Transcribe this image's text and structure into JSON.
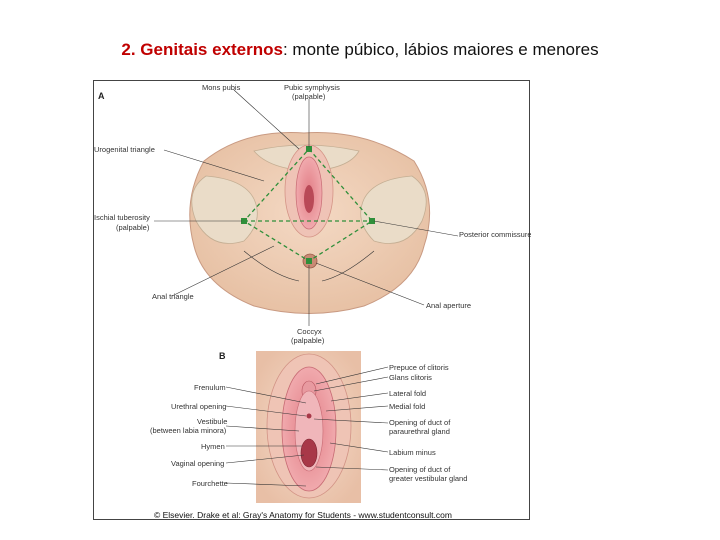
{
  "title": {
    "highlight": "2. Genitais externos",
    "rest": ": monte púbico, lábios maiores e menores"
  },
  "figure_a": {
    "letter": "A",
    "labels": {
      "mons_pubis": "Mons pubis",
      "pubic_symphysis": "Pubic symphysis",
      "pubic_symphysis_note": "(palpable)",
      "urogenital_triangle": "Urogenital triangle",
      "ischial_tuberosity": "Ischial tuberosity",
      "ischial_tuberosity_note": "(palpable)",
      "posterior_commissure": "Posterior commissure",
      "anal_triangle": "Anal triangle",
      "anal_aperture": "Anal aperture",
      "coccyx": "Coccyx",
      "coccyx_note": "(palpable)"
    }
  },
  "figure_b": {
    "letter": "B",
    "labels": {
      "frenulum": "Frenulum",
      "urethral_opening": "Urethral opening",
      "vestibule": "Vestibule",
      "vestibule_note": "(between labia minora)",
      "hymen": "Hymen",
      "vaginal_opening": "Vaginal opening",
      "fourchette": "Fourchette",
      "prepuce": "Prepuce of clitoris",
      "glans": "Glans clitoris",
      "lateral_fold": "Lateral fold",
      "medial_fold": "Medial fold",
      "paraurethral_1": "Opening of duct of",
      "paraurethral_2": "paraurethral gland",
      "labium_minus": "Labium minus",
      "greater_vestibular_1": "Opening of duct of",
      "greater_vestibular_2": "greater vestibular gland"
    }
  },
  "credit": "© Elsevier. Drake et al: Gray's Anatomy for Students - www.studentconsult.com"
}
